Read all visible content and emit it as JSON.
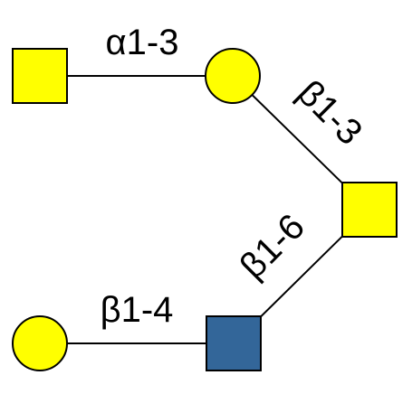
{
  "colors": {
    "galactose": "#FFFF00",
    "n_acetylgalactosamine": "#FFFF00",
    "n_acetylglucosamine": "#336699",
    "bond": "#000000",
    "outline": "#000000"
  },
  "residues": [
    {
      "id": "r1",
      "shape": "square",
      "color": "#FFFF00"
    },
    {
      "id": "r2",
      "shape": "circle",
      "color": "#FFFF00"
    },
    {
      "id": "r3",
      "shape": "square",
      "color": "#FFFF00"
    },
    {
      "id": "r4",
      "shape": "square",
      "color": "#336699"
    },
    {
      "id": "r5",
      "shape": "circle",
      "color": "#FFFF00"
    }
  ],
  "linkages": [
    {
      "from": "r1",
      "to": "r2",
      "label": "α1-3"
    },
    {
      "from": "r2",
      "to": "r3",
      "label": "β1-3"
    },
    {
      "from": "r4",
      "to": "r3",
      "label": "β1-6"
    },
    {
      "from": "r5",
      "to": "r4",
      "label": "β1-4"
    }
  ]
}
